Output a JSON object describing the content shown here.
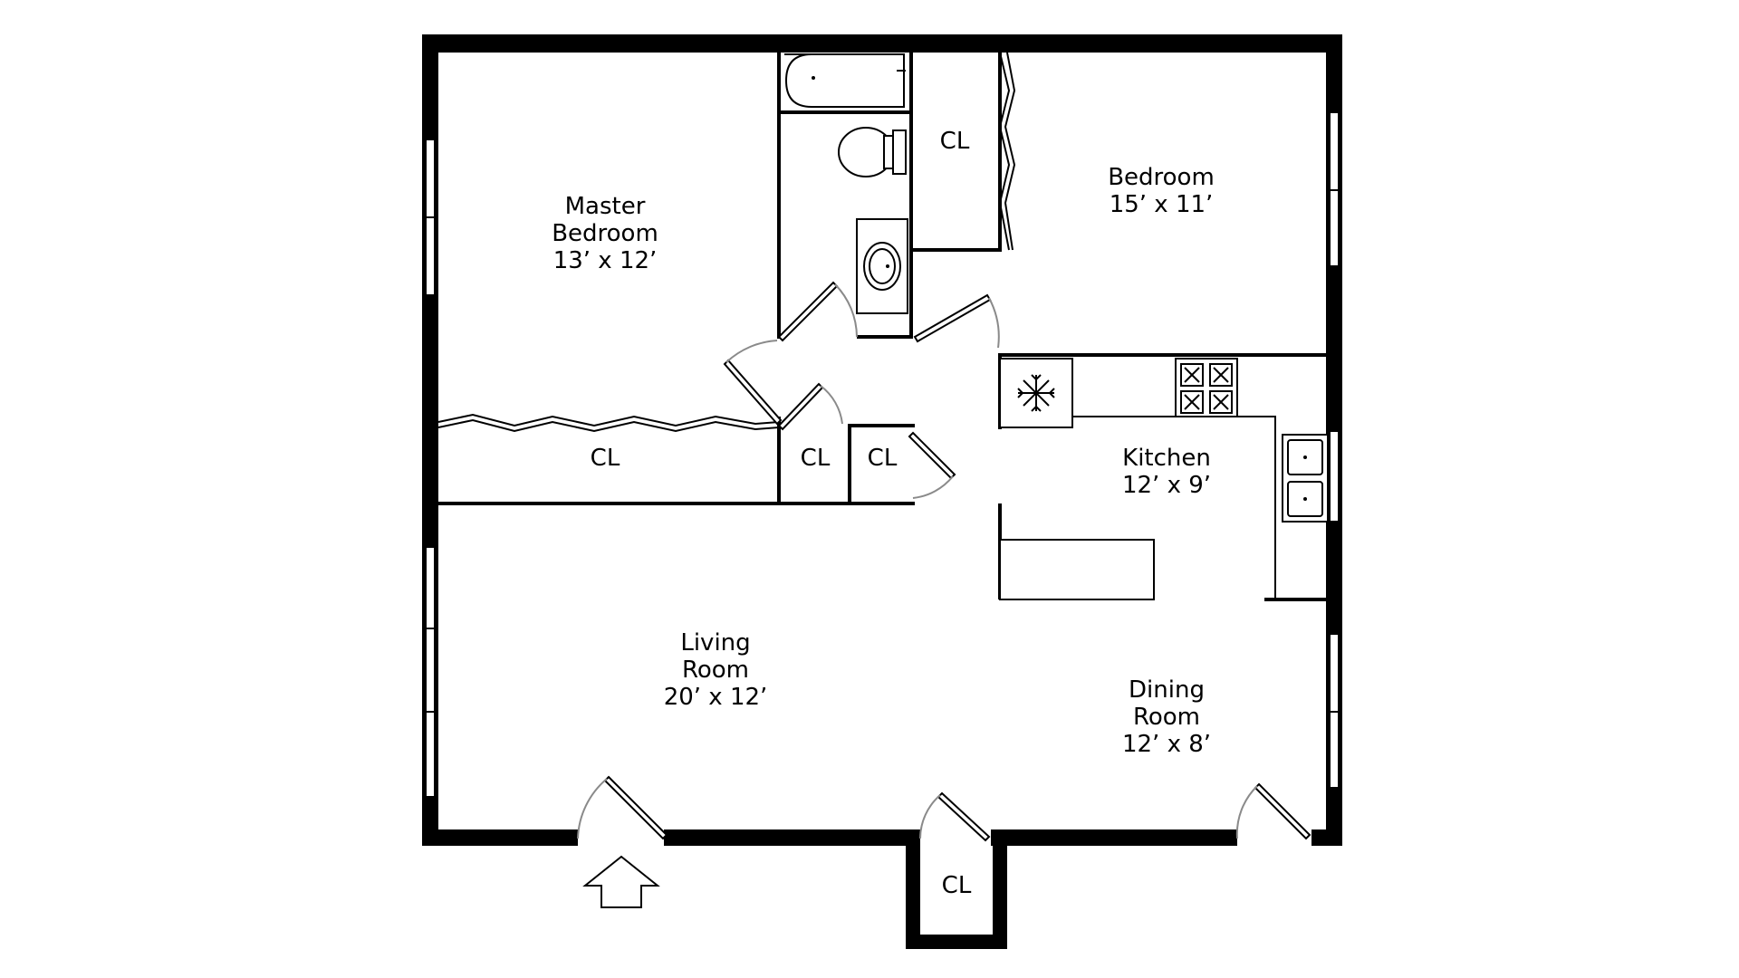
{
  "rooms": {
    "master_bedroom": {
      "line1": "Master",
      "line2": "Bedroom",
      "size": "13’ x 12’"
    },
    "bedroom": {
      "name": "Bedroom",
      "size": "15’ x 11’"
    },
    "kitchen": {
      "name": "Kitchen",
      "size": "12’ x 9’"
    },
    "living_room": {
      "line1": "Living",
      "line2": "Room",
      "size": "20’ x 12’"
    },
    "dining_room": {
      "line1": "Dining",
      "line2": "Room",
      "size": "12’ x 8’"
    }
  },
  "closets": {
    "bedroom_closet": "CL",
    "master_closet": "CL",
    "hall_closet_1": "CL",
    "hall_closet_2": "CL",
    "entry_closet": "CL"
  },
  "icons": {
    "entry": "entry-arrow-icon",
    "fridge": "refrigerator-icon",
    "stove": "stove-icon",
    "sink": "kitchen-sink-icon",
    "toilet": "toilet-icon",
    "bathtub": "bathtub-icon",
    "vanity": "bathroom-sink-icon"
  }
}
